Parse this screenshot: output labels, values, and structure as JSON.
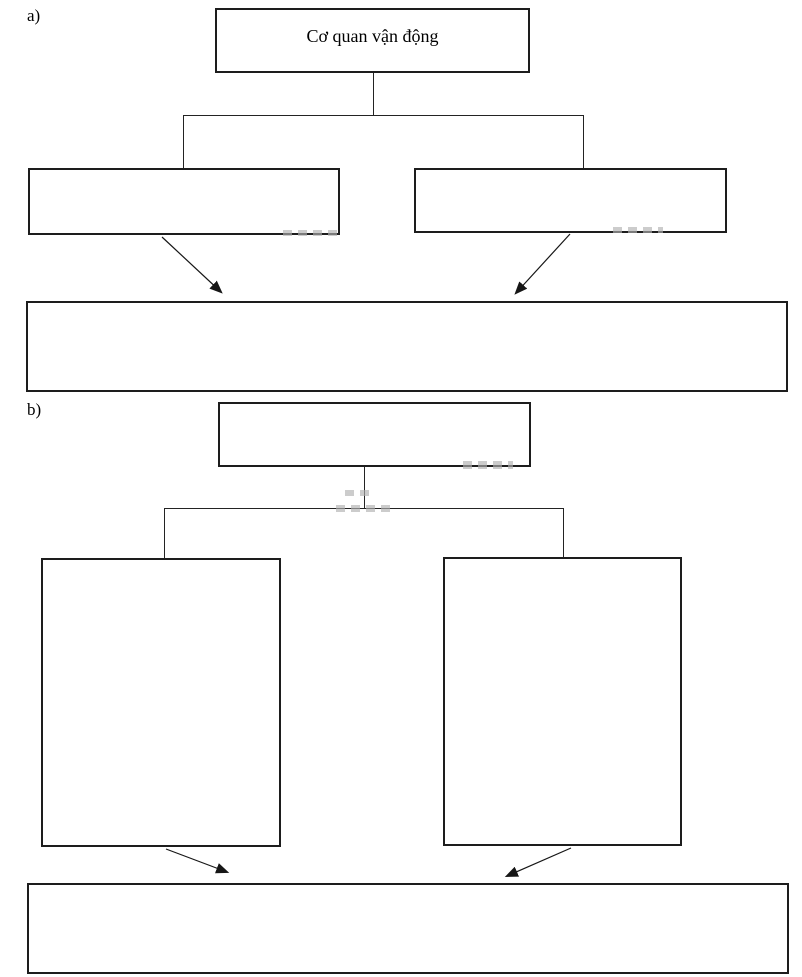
{
  "diagram": {
    "section_a": {
      "label": "a)",
      "top_box": "Cơ quan vận động",
      "left_box": "",
      "right_box": "",
      "bottom_box": ""
    },
    "section_b": {
      "label": "b)",
      "top_box": "",
      "left_box": "",
      "right_box": "",
      "bottom_box": ""
    },
    "colors": {
      "ink": "#1d1d1d",
      "watermark": "#b0b0b0"
    }
  }
}
